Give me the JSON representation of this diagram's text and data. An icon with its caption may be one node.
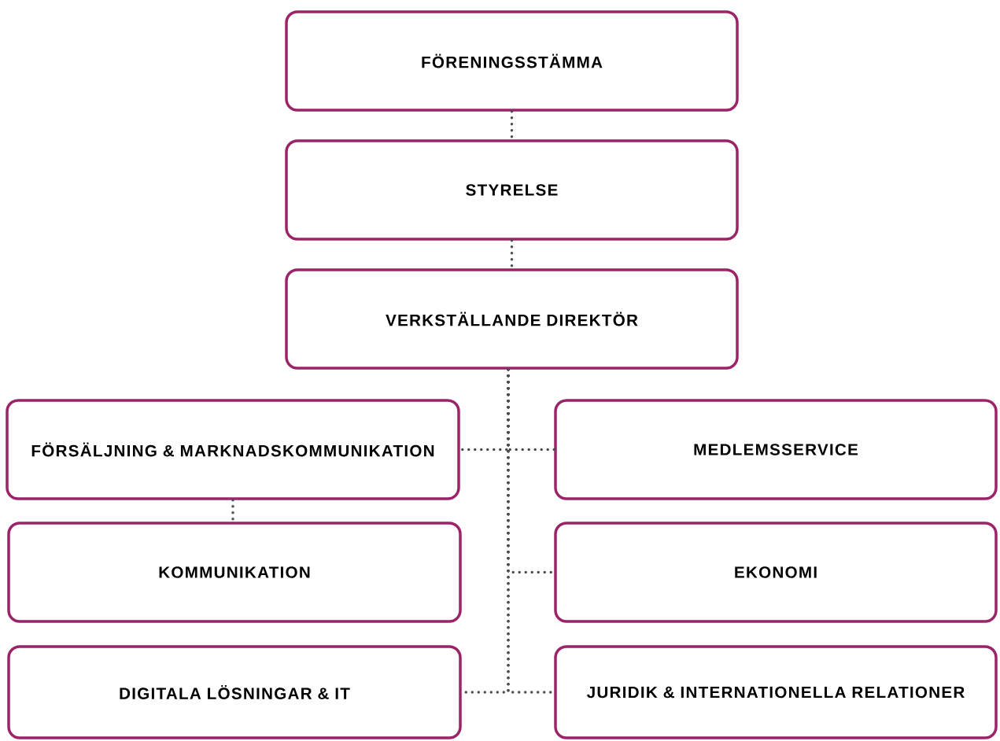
{
  "diagram": {
    "nodes": [
      {
        "text": [
          "FÖRENINGSSTÄMMA"
        ]
      },
      {
        "text": [
          "STYRELSE"
        ]
      },
      {
        "text": [
          "VERKSTÄLLANDE DIREKTÖR"
        ]
      },
      {
        "text": [
          "FÖRSÄLJNING & MARKNADSKOMMUNIKATION"
        ]
      },
      {
        "text": [
          "MEDLEMSSERVICE"
        ]
      },
      {
        "text": [
          "KOMMUNIKATION"
        ]
      },
      {
        "text": [
          "EKONOMI"
        ]
      },
      {
        "text": [
          "DIGITALA LÖSNINGAR & IT"
        ]
      },
      {
        "text": [
          "JURIDIK & INTERNATIONELLA RELATIONER"
        ]
      }
    ],
    "edges": [
      {
        "from": 0,
        "to": 1,
        "arrow": "none"
      },
      {
        "from": 1,
        "to": 2,
        "arrow": "none"
      },
      {
        "from": 2,
        "to": 3,
        "arrow": "none"
      },
      {
        "from": 2,
        "to": 4,
        "arrow": "none"
      },
      {
        "from": 3,
        "to": 5,
        "arrow": "none"
      },
      {
        "from": 2,
        "to": 6,
        "arrow": "none"
      },
      {
        "from": 2,
        "to": 7,
        "arrow": "none"
      },
      {
        "from": 2,
        "to": 8,
        "arrow": "none"
      }
    ]
  }
}
